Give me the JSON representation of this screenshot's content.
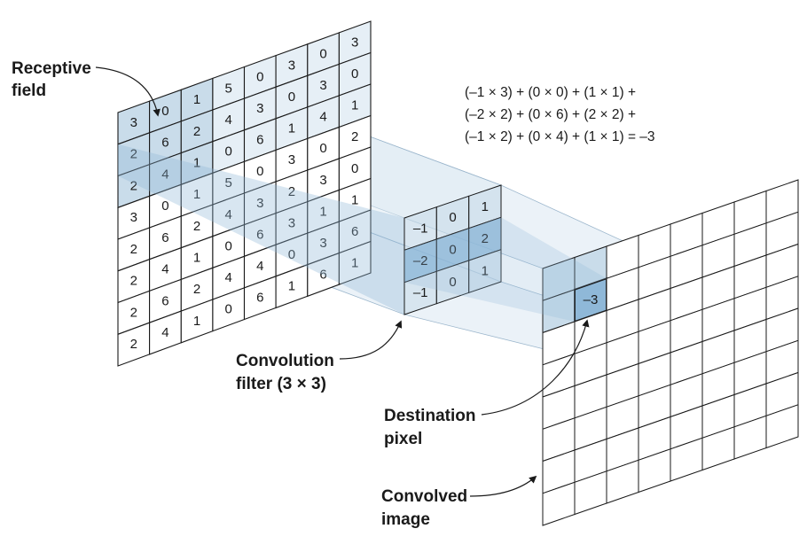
{
  "labels": {
    "receptive_field": [
      "Receptive",
      "field"
    ],
    "convolution_filter": [
      "Convolution",
      "filter (3 × 3)"
    ],
    "destination_pixel": [
      "Destination",
      "pixel"
    ],
    "convolved_image": [
      "Convolved",
      "image"
    ]
  },
  "equation": [
    "(–1 × 3) + (0 × 0) + (1 × 1) +",
    "(–2 × 2) + (0 × 6) + (2 × 2) +",
    "(–1 × 2) + (0 × 4) + (1 × 1) = –3"
  ],
  "input_grid": [
    [
      "3",
      "0",
      "1",
      "5",
      "0",
      "3",
      "0",
      "3"
    ],
    [
      "2",
      "6",
      "2",
      "4",
      "3",
      "0",
      "3",
      "0"
    ],
    [
      "2",
      "4",
      "1",
      "0",
      "6",
      "1",
      "4",
      "1"
    ],
    [
      "3",
      "0",
      "1",
      "5",
      "0",
      "3",
      "0",
      "2"
    ],
    [
      "2",
      "6",
      "2",
      "4",
      "3",
      "2",
      "3",
      "0"
    ],
    [
      "2",
      "4",
      "1",
      "0",
      "6",
      "3",
      "1",
      "1"
    ],
    [
      "2",
      "6",
      "2",
      "4",
      "4",
      "0",
      "3",
      "6"
    ],
    [
      "2",
      "4",
      "1",
      "0",
      "6",
      "1",
      "6",
      "1"
    ]
  ],
  "filter_grid": [
    [
      "–1",
      "0",
      "1"
    ],
    [
      "–2",
      "0",
      "2"
    ],
    [
      "–1",
      "0",
      "1"
    ]
  ],
  "destination_value": "–3",
  "colors": {
    "highlight": "#c9dcea",
    "highlight_dark": "#8fb8d8",
    "projection": "#dbe8f2",
    "line": "#1a1a1a"
  }
}
